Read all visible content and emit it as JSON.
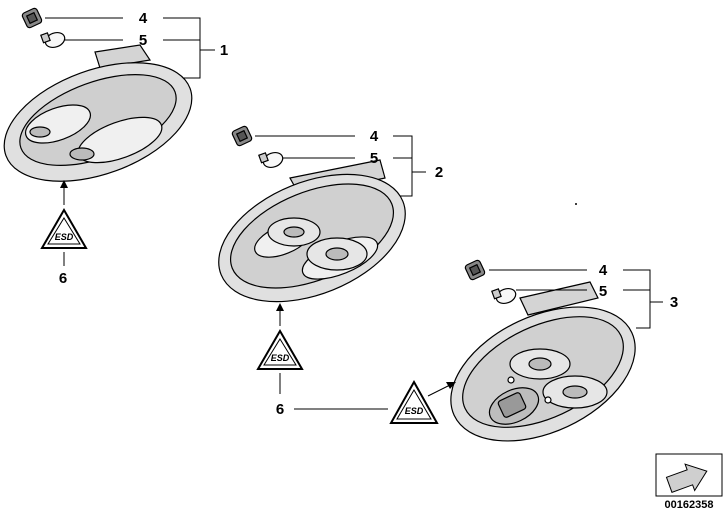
{
  "callouts": {
    "assembly_1": {
      "bulb_socket": "4",
      "bulb": "5",
      "assembly": "1",
      "warning": "6"
    },
    "assembly_2": {
      "bulb_socket": "4",
      "bulb": "5",
      "assembly": "2"
    },
    "assembly_3": {
      "bulb_socket": "4",
      "bulb": "5",
      "assembly": "3"
    },
    "shared_warning": "6"
  },
  "warning_symbol_text": "ESD",
  "document_number": "00162358",
  "colors": {
    "line": "#000000",
    "part_fill": "#e6e6e6",
    "part_dark": "#b3b3b3",
    "background": "#ffffff"
  }
}
